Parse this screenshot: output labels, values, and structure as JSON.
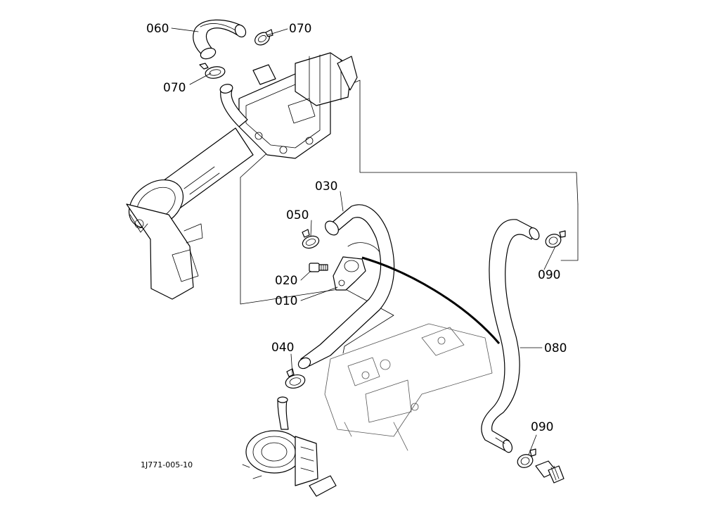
{
  "diagram": {
    "reference_code": "1J771-005-10",
    "parts": [
      {
        "id": "p010",
        "label": "010"
      },
      {
        "id": "p020",
        "label": "020"
      },
      {
        "id": "p030",
        "label": "030"
      },
      {
        "id": "p040",
        "label": "040"
      },
      {
        "id": "p050",
        "label": "050"
      },
      {
        "id": "p060",
        "label": "060"
      },
      {
        "id": "p070a",
        "label": "070"
      },
      {
        "id": "p070b",
        "label": "070"
      },
      {
        "id": "p080",
        "label": "080"
      },
      {
        "id": "p090a",
        "label": "090"
      },
      {
        "id": "p090b",
        "label": "090"
      }
    ]
  }
}
